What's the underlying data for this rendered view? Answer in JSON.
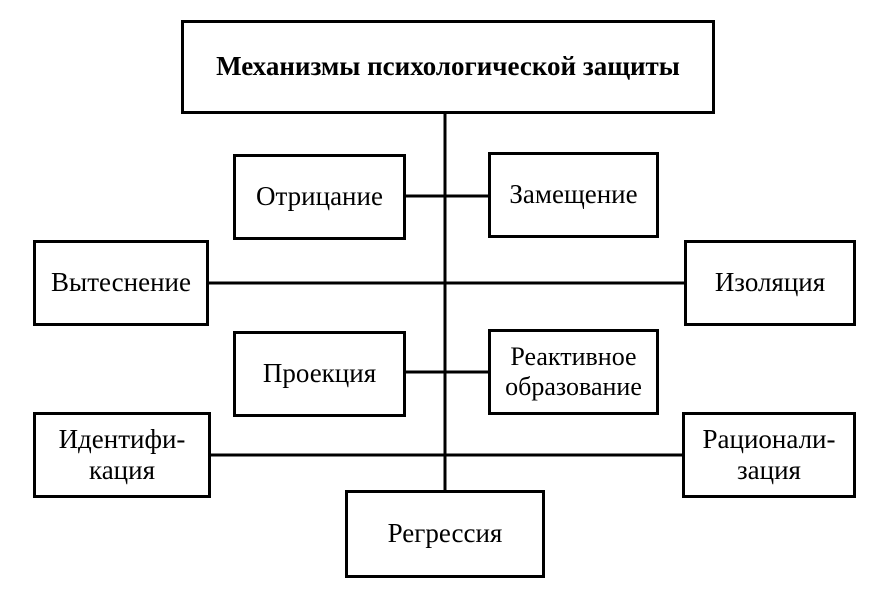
{
  "title": "Механизмы психологической защиты",
  "mechanisms": {
    "denial": "Отрицание",
    "substitution": "Замещение",
    "repression": "Вытеснение",
    "isolation": "Изоляция",
    "projection": "Проекция",
    "reactive_formation": "Реактивное\nобразование",
    "identification": "Идентифи-\nкация",
    "rationalization": "Рационали-\nзация",
    "regression": "Регрессия"
  }
}
